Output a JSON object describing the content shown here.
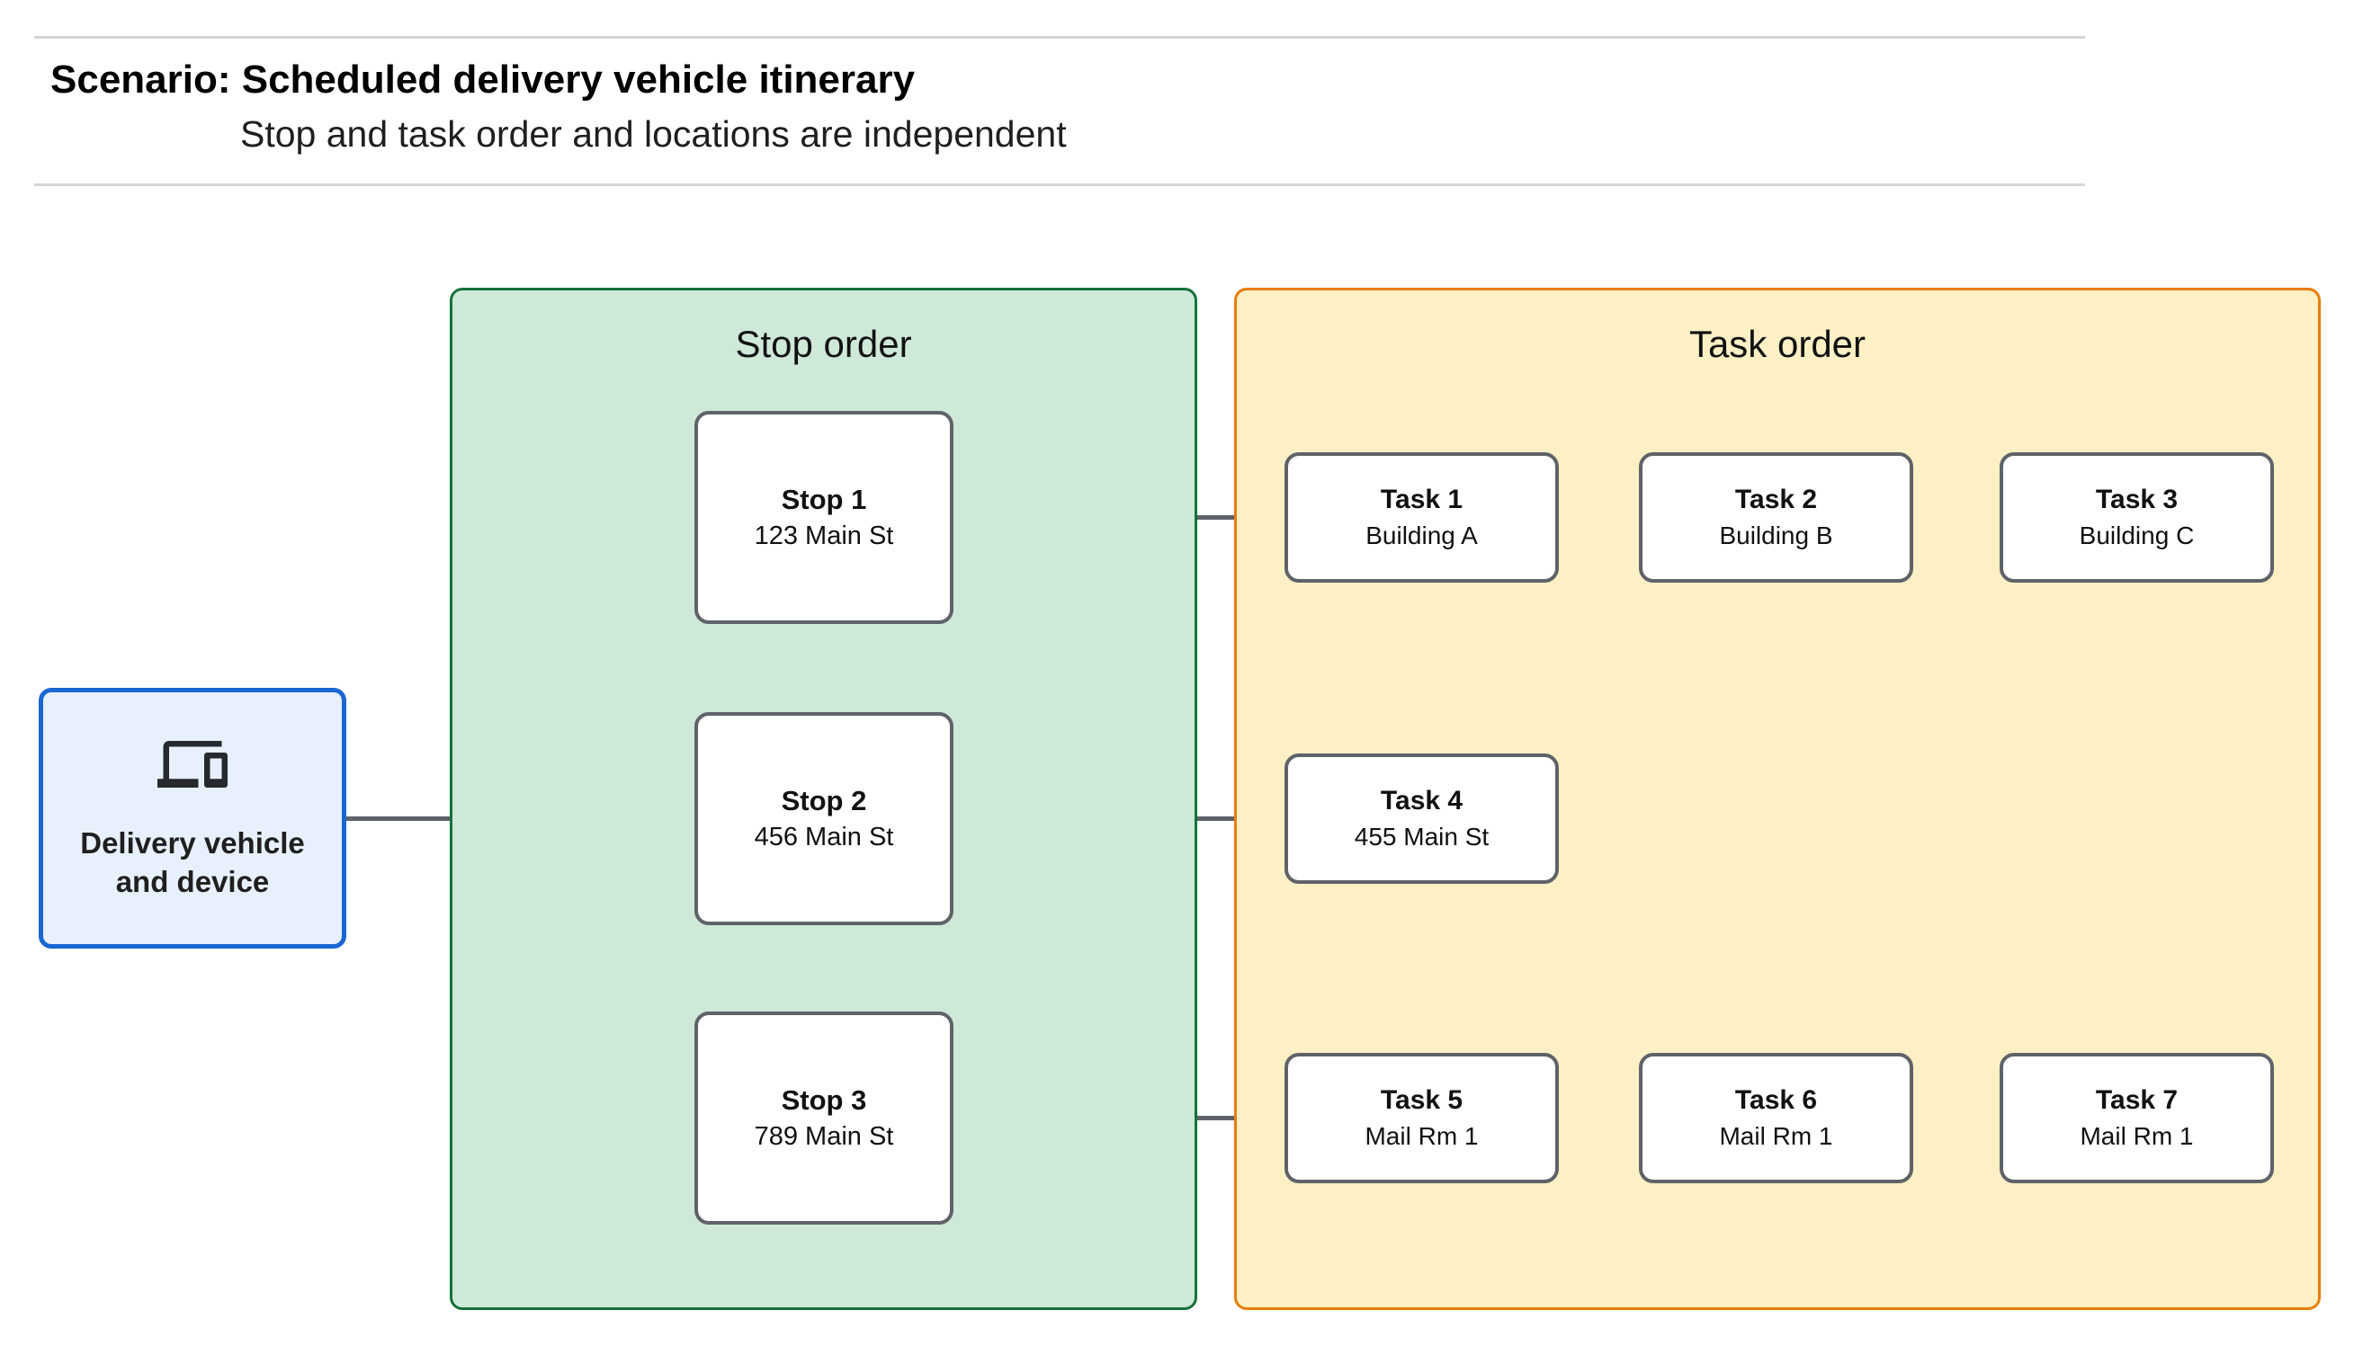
{
  "header": {
    "title": "Scenario: Scheduled delivery vehicle itinerary",
    "subtitle": "Stop and task order and locations are independent"
  },
  "vehicle": {
    "icon": "devices-icon",
    "label_line1": "Delivery vehicle",
    "label_line2": "and device"
  },
  "stop_panel": {
    "title": "Stop order",
    "stops": [
      {
        "name": "Stop 1",
        "address": "123 Main St"
      },
      {
        "name": "Stop 2",
        "address": "456 Main St"
      },
      {
        "name": "Stop 3",
        "address": "789 Main St"
      }
    ]
  },
  "task_panel": {
    "title": "Task order",
    "tasks": [
      {
        "name": "Task 1",
        "location": "Building A"
      },
      {
        "name": "Task 2",
        "location": "Building B"
      },
      {
        "name": "Task 3",
        "location": "Building C"
      },
      {
        "name": "Task 4",
        "location": "455 Main St"
      },
      {
        "name": "Task 5",
        "location": "Mail Rm 1"
      },
      {
        "name": "Task 6",
        "location": "Mail Rm 1"
      },
      {
        "name": "Task 7",
        "location": "Mail Rm 1"
      }
    ]
  },
  "colors": {
    "stop_panel_fill": "#cfe9d9",
    "stop_panel_border": "#13713a",
    "task_panel_fill": "#fdf0c5",
    "task_panel_border": "#e87d09",
    "vehicle_fill": "#e8f0fe",
    "vehicle_border": "#1967d2",
    "node_border": "#5f6368",
    "connector": "#5f6368",
    "rule": "#d5d5d5"
  }
}
